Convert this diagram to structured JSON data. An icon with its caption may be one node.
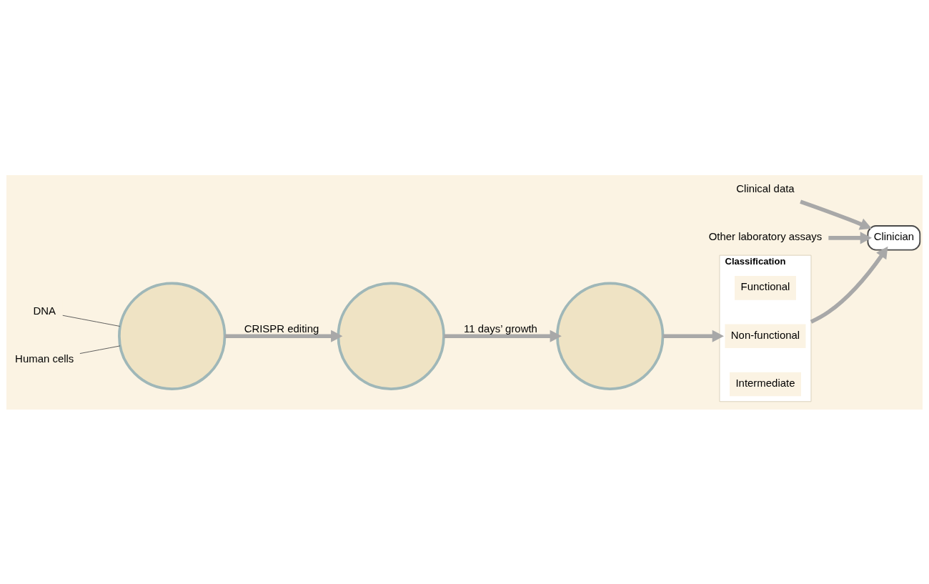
{
  "diagram": {
    "nodes": [
      {
        "text": [],
        "shape": "circle"
      },
      {
        "text": [
          "DNA"
        ]
      },
      {
        "text": [
          "Human cells"
        ]
      },
      {
        "text": [],
        "shape": "circle"
      },
      {
        "text": [],
        "shape": "circle"
      },
      {
        "text": [
          "Classification"
        ]
      },
      {
        "text": [
          "Functional"
        ],
        "in": 5
      },
      {
        "text": [
          "Non-functional"
        ],
        "in": 5
      },
      {
        "text": [
          "Intermediate"
        ],
        "in": 5
      },
      {
        "text": [
          "Clinician"
        ]
      },
      {
        "text": [
          "Clinical data"
        ]
      },
      {
        "text": [
          "Other laboratory assays"
        ]
      }
    ],
    "edges": [
      {
        "from": 1,
        "to": 0,
        "arrow": "none"
      },
      {
        "from": 2,
        "to": 0,
        "arrow": "none"
      },
      {
        "from": 0,
        "to": 3,
        "arrow": "to",
        "label": "CRISPR editing"
      },
      {
        "from": 3,
        "to": 4,
        "arrow": "to",
        "label": "11 days’ growth"
      },
      {
        "from": 4,
        "to": 5,
        "arrow": "to"
      },
      {
        "from": 5,
        "to": 9,
        "arrow": "to"
      },
      {
        "from": 10,
        "to": 9,
        "arrow": "to"
      },
      {
        "from": 11,
        "to": 9,
        "arrow": "to"
      }
    ]
  }
}
